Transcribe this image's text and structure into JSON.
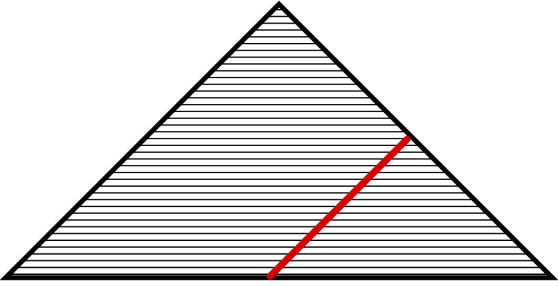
{
  "figure": {
    "shape": "triangle",
    "fill_pattern": "horizontal-lines",
    "hatch_line_count": 40,
    "colors": {
      "background": "#ffffff",
      "outline": "#000000",
      "hatch": "#000000",
      "segment": "#d40000"
    }
  }
}
